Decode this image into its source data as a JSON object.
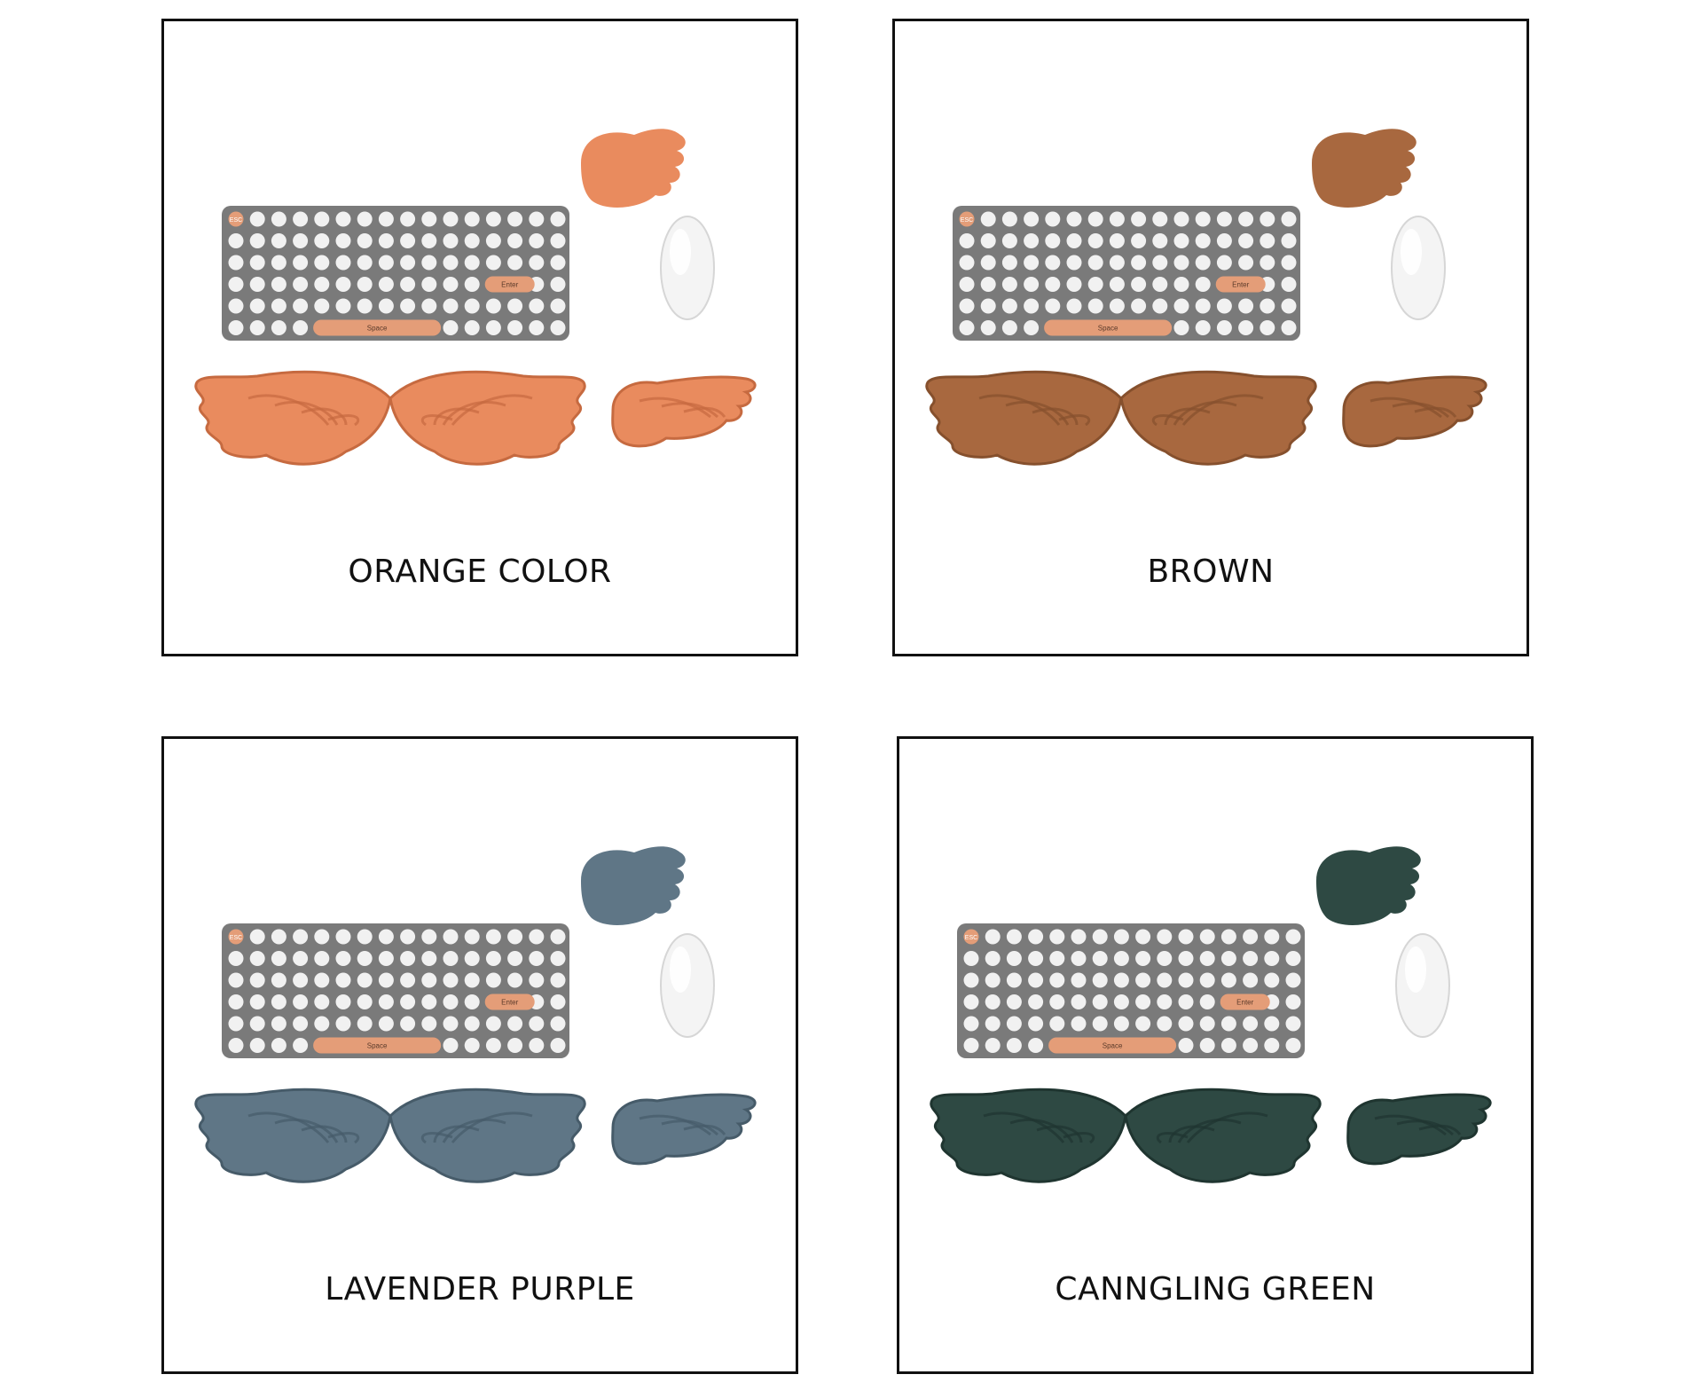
{
  "variants": [
    {
      "caption": "ORANGE COLOR",
      "color": "#E98B5E",
      "shade": "#C66A40"
    },
    {
      "caption": "BROWN",
      "color": "#A8683F",
      "shade": "#86502D"
    },
    {
      "caption": "LAVENDER PURPLE",
      "color": "#5F7686",
      "shade": "#465B69"
    },
    {
      "caption": "CANNGLING GREEN",
      "color": "#2E4943",
      "shade": "#1F3530"
    }
  ],
  "keyboard": {
    "body_color": "#7A7A7A",
    "key_color": "#F1F1F1",
    "accent_color": "#E49D78",
    "esc_label": "ESC",
    "enter_label": "Enter",
    "space_label": "Space"
  },
  "mouse_color": "#F4F4F4"
}
